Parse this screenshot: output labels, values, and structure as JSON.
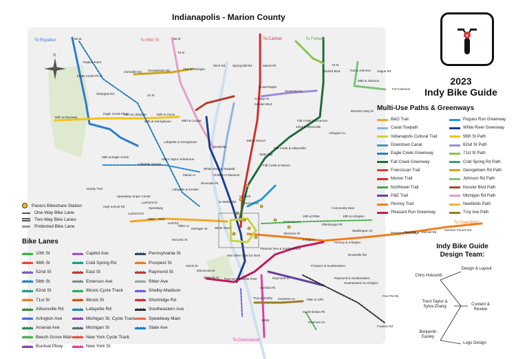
{
  "title": "Indianapolis - Marion County",
  "guide": {
    "line1": "2023",
    "line2": "Indy Bike Guide"
  },
  "destinations": [
    {
      "text": "To Royalton",
      "color": "#3b6fd8"
    },
    {
      "text": "To 86th St",
      "color": "#e05a5a"
    },
    {
      "text": "To Carmel",
      "color": "#d62b2b"
    },
    {
      "text": "To Fishers",
      "color": "#4caf50"
    },
    {
      "text": "To Greenfield",
      "color": "#ef7d1a"
    },
    {
      "text": "To Greenwood",
      "color": "#e0409a"
    }
  ],
  "multi_use": {
    "title": "Multi-Use Paths & Greenways",
    "col1": [
      {
        "label": "B&O Trail",
        "color": "#f5a623"
      },
      {
        "label": "Canal Towpath",
        "color": "#8ab6e0"
      },
      {
        "label": "Indianapolis Cultural Trail",
        "color": "#c9d43a"
      },
      {
        "label": "Downtown Canal",
        "color": "#4a90c2"
      },
      {
        "label": "Eagle Creek Greenway",
        "color": "#2d7bd0"
      },
      {
        "label": "Fall Creek Greenway",
        "color": "#1f6b3a"
      },
      {
        "label": "Franciscan Trail",
        "color": "#e23b2e"
      },
      {
        "label": "Monon Trail",
        "color": "#d62b2b"
      },
      {
        "label": "Northtown Trail",
        "color": "#49a84a"
      },
      {
        "label": "P&E Trail",
        "color": "#6a3fa0"
      },
      {
        "label": "Pennsy Trail",
        "color": "#ef7d1a"
      },
      {
        "label": "Pleasant Run Greenway",
        "color": "#c2185b"
      }
    ],
    "col2": [
      {
        "label": "Pogues Run Greenway",
        "color": "#1e9bd7"
      },
      {
        "label": "White River Greenway",
        "color": "#1b3f8f"
      },
      {
        "label": "56th St Path",
        "color": "#f3c315"
      },
      {
        "label": "62nd St Path",
        "color": "#9c8bd6"
      },
      {
        "label": "71st St Path",
        "color": "#86c34a"
      },
      {
        "label": "Cold Spring Rd Path",
        "color": "#3aa36f"
      },
      {
        "label": "Georgetown Rd Path",
        "color": "#c9a51a"
      },
      {
        "label": "Johnson Rd Path",
        "color": "#7cc47a"
      },
      {
        "label": "Kessler Blvd Path",
        "color": "#b0412e"
      },
      {
        "label": "Michigan Rd Path",
        "color": "#e2a0c8"
      },
      {
        "label": "Newfields Path",
        "color": "#f2b13c"
      },
      {
        "label": "Troy Ave Path",
        "color": "#9a7b2c"
      }
    ]
  },
  "legend": {
    "station": "Pacers Bikeshare Station",
    "one_way": "One-Way Bike Lane",
    "two_way": "Two-Way Bike Lanes",
    "protected": "Protected Bike Lane"
  },
  "bike_lanes": {
    "title": "Bike Lanes",
    "col1": [
      {
        "label": "10th St",
        "color": "#3db24a"
      },
      {
        "label": "46th St",
        "color": "#e24a3b"
      },
      {
        "label": "52nd St",
        "color": "#7b5cc2"
      },
      {
        "label": "56th St",
        "color": "#2c7fc9"
      },
      {
        "label": "62nd St",
        "color": "#1f9a8a"
      },
      {
        "label": "71st St",
        "color": "#e07d2a"
      },
      {
        "label": "Allisonville Rd",
        "color": "#3a8f3a"
      },
      {
        "label": "Arlington Ave",
        "color": "#4a6bd8"
      },
      {
        "label": "Arsenal Ave",
        "color": "#2e8b57"
      },
      {
        "label": "Beech Grove Main",
        "color": "#4caf50"
      },
      {
        "label": "Burdsal Pkwy",
        "color": "#8e44ad"
      }
    ],
    "col2": [
      {
        "label": "Capitol Ave",
        "color": "#9b59b6"
      },
      {
        "label": "Cold Spring Rd",
        "color": "#16a085"
      },
      {
        "label": "East St",
        "color": "#c0392b"
      },
      {
        "label": "Emerson Ave",
        "color": "#7f8c8d"
      },
      {
        "label": "Illinois Cycle Track",
        "color": "#27ae60"
      },
      {
        "label": "Illinois St",
        "color": "#d35400"
      },
      {
        "label": "Lafayette Rd",
        "color": "#2980b9"
      },
      {
        "label": "Michigan St. Cycle Track",
        "color": "#8e44ad"
      },
      {
        "label": "Michigan St",
        "color": "#5d6d7e"
      },
      {
        "label": "New York Cycle Track",
        "color": "#e74c3c"
      },
      {
        "label": "New York St",
        "color": "#e84393"
      }
    ],
    "col3": [
      {
        "label": "Pennsylvania St",
        "color": "#34495e"
      },
      {
        "label": "Prospect St",
        "color": "#e67e22"
      },
      {
        "label": "Raymond St",
        "color": "#c0392b"
      },
      {
        "label": "Ritter Ave",
        "color": "#95a5a6"
      },
      {
        "label": "Shelby-Madison",
        "color": "#6c5ce7"
      },
      {
        "label": "Shortridge Rd",
        "color": "#d63031"
      },
      {
        "label": "Southeastern Ave",
        "color": "#2d3436"
      },
      {
        "label": "Speedway Main",
        "color": "#e17055"
      },
      {
        "label": "State Ave",
        "color": "#0984e3"
      }
    ]
  },
  "team": {
    "title_line1": "Indy Bike Guide",
    "title_line2": "Design Team:",
    "member1": "Chris Holcomb",
    "member2": "Trent Taylor & Sylva Zhang",
    "member3": "Benjamin Easley",
    "role1": "Design & Layout",
    "role2": "Content & Review",
    "role3": "Logo Design"
  },
  "map_labels": [
    {
      "text": "86 St"
    },
    {
      "text": "86 St"
    },
    {
      "text": "Traders Point"
    },
    {
      "text": "Eagle Creek Pk W"
    },
    {
      "text": "Zionsville Rd"
    },
    {
      "text": "Georgetown Rd"
    },
    {
      "text": "79 St"
    },
    {
      "text": "71st & Michigan"
    },
    {
      "text": "Ditch Rd"
    },
    {
      "text": "Spring Mill Rd"
    },
    {
      "text": "Marott Pk"
    },
    {
      "text": "Broad Ripple"
    },
    {
      "text": "Keystone Av"
    },
    {
      "text": "College Av"
    },
    {
      "text": "Kessler Blvd"
    },
    {
      "text": "Shanghai Rd"
    },
    {
      "text": "42 St"
    },
    {
      "text": "56th & Guion"
    },
    {
      "text": "56th & Lafayette"
    },
    {
      "text": "56th & Georgetown"
    },
    {
      "text": "56th & Cooper"
    },
    {
      "text": "Eagle Creek Pk E"
    },
    {
      "text": "56th & Raceway"
    },
    {
      "text": "Lafayette & Georgetown"
    },
    {
      "text": "38th & Eagle Creek"
    },
    {
      "text": "Lafayette Square"
    },
    {
      "text": "Dandy Trail"
    },
    {
      "text": "Major Taylor Velodrome"
    },
    {
      "text": "Newfields"
    },
    {
      "text": "White River & Towpath"
    },
    {
      "text": "Children's Museum"
    },
    {
      "text": "Marian U"
    },
    {
      "text": "Riverside Pk"
    },
    {
      "text": "Lafayette & Kessler"
    },
    {
      "text": "Speedway Super Center"
    },
    {
      "text": "High School Rd"
    },
    {
      "text": "Lynhurst Dr"
    },
    {
      "text": "Speedway"
    },
    {
      "text": "Lynhurst Dr"
    },
    {
      "text": "ABBC - Main"
    },
    {
      "text": "Holt Rd"
    },
    {
      "text": "Tibbs Av"
    },
    {
      "text": "Michigan St"
    },
    {
      "text": "White River"
    },
    {
      "text": "IU Methodist"
    },
    {
      "text": "Herron HS"
    },
    {
      "text": "Ivy Tech"
    },
    {
      "text": "State Fair"
    },
    {
      "text": "Fall Creek & Monon"
    },
    {
      "text": "Fall Creek & Allisonville"
    },
    {
      "text": "46th & Monon"
    },
    {
      "text": "42nd & Allisonville"
    },
    {
      "text": "Fall Creek & Emerson"
    },
    {
      "text": "Arlington Av"
    },
    {
      "text": "Brendon Way Dr"
    },
    {
      "text": "Binford Blvd"
    },
    {
      "text": "71st & Johnson"
    },
    {
      "text": "Hague Rd"
    },
    {
      "text": "65th & Johnson"
    },
    {
      "text": "Fort Harrison"
    },
    {
      "text": "75 St"
    },
    {
      "text": "Community East"
    },
    {
      "text": "10th & Ritter"
    },
    {
      "text": "10th & Arlington"
    },
    {
      "text": "Emerson Av"
    },
    {
      "text": "Ellenberger Pk"
    },
    {
      "text": "Washington St"
    },
    {
      "text": "Irvington"
    },
    {
      "text": "Pennsy & Arlington"
    },
    {
      "text": "Pennsy & Shortridge"
    },
    {
      "text": "Post Rd"
    },
    {
      "text": "Mitchell Rd"
    },
    {
      "text": "German Church Rd"
    },
    {
      "text": "Sherman Dr"
    },
    {
      "text": "Brookville Rd"
    },
    {
      "text": "Pleasant Run & Southeastern"
    },
    {
      "text": "Prospect & Southeastern"
    },
    {
      "text": "Raymond & Southeastern"
    },
    {
      "text": "Southeastern & Arlington"
    },
    {
      "text": "Five Pts Rd"
    },
    {
      "text": "Franklin Rd"
    },
    {
      "text": "Raymond & White River"
    },
    {
      "text": "Raymond St"
    },
    {
      "text": "Garfield Pk"
    },
    {
      "text": "Troy & Shelby"
    },
    {
      "text": "Keystone Av"
    },
    {
      "text": "Main & 10th"
    },
    {
      "text": "Sarah Bolton Pk"
    },
    {
      "text": "Emerson Av"
    },
    {
      "text": "Ulndy"
    },
    {
      "text": "McCarty St"
    },
    {
      "text": "Belmont Av"
    },
    {
      "text": "Minnesota St"
    },
    {
      "text": "Harris St"
    },
    {
      "text": "See Other Side for Inset"
    }
  ]
}
